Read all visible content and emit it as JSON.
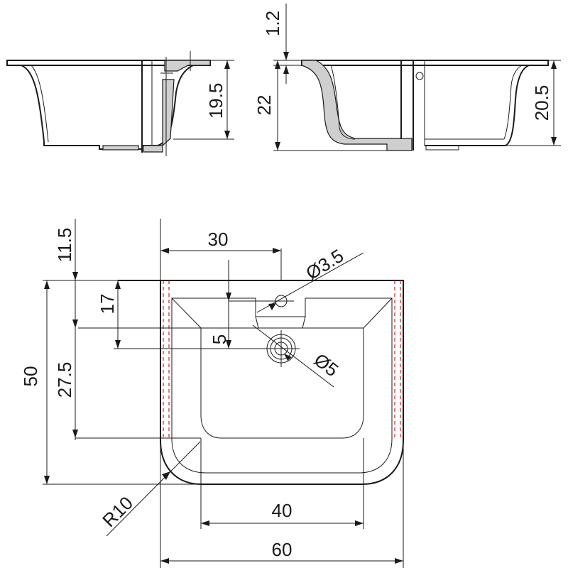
{
  "dimensions": {
    "thickness": "1.2",
    "depth_left": "19.5",
    "height_mid": "22",
    "depth_right": "20.5",
    "top_offset": "11.5",
    "hole_offset": "30",
    "small_hole_dia": "Ø3.5",
    "front_depth_a": "17",
    "bowl_step": "5",
    "drain_dia": "Ø5",
    "overall_depth": "50",
    "bowl_depth": "27.5",
    "corner_radius": "R10",
    "bowl_width": "40",
    "overall_width": "60"
  },
  "colors": {
    "line": "#1a1a1a",
    "hatch": "#cfcfcf",
    "hidden_edge": "#d62020"
  }
}
